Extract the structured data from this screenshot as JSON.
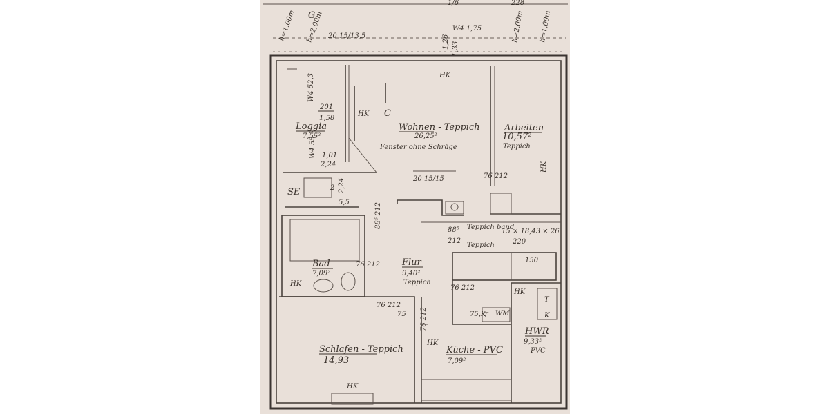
{
  "colors": {
    "paper": "#e9e0d9",
    "background": "#ffffff",
    "ink": "#3a322c"
  },
  "top_annotations": {
    "h_left_1": "h=1,00m",
    "h_left_2": "h=2,00m",
    "marker_g": "G",
    "dim_top_left": "20 15/13,5",
    "dim_top_mid_a": "1,26",
    "dim_top_mid_b": "1,33",
    "dim_top_mid_c": "W4 1,75",
    "h_right_1": "h=2,00m",
    "h_right_2": "h=1,00m",
    "top_cut_a": "1/6",
    "top_cut_b": "228"
  },
  "rooms": {
    "loggia": {
      "name": "Loggia",
      "area": "7,55²"
    },
    "wohnen": {
      "name": "Wohnen - Teppich",
      "area": "26,25²",
      "note": "Fenster ohne Schräge"
    },
    "arbeiten": {
      "name": "Arbeiten",
      "area": "10,57²",
      "floor": "Teppich"
    },
    "bad": {
      "name": "Bad",
      "area": "7,09²"
    },
    "flur": {
      "name": "Flur",
      "area": "9,40²",
      "floor": "Teppich"
    },
    "schlafen": {
      "name": "Schlafen - Teppich",
      "area": "14,93"
    },
    "kueche": {
      "name": "Küche - PVC",
      "area": "7,09²"
    },
    "hwr": {
      "name": "HWR",
      "area": "9,33²",
      "floor": "PVC"
    },
    "se": {
      "name": "SE"
    }
  },
  "labels": {
    "w4_a": "W4 52,3",
    "loggia_dim_a": "201",
    "loggia_dim_b": "1,58",
    "loggia_w": "W4 55,7",
    "loggia_dim_c": "1,01",
    "loggia_dim_d": "2,24",
    "hk_loggia": "HK",
    "c_marker": "C",
    "hk_top": "HK",
    "dim_mid": "20 15/15",
    "d76_212_a": "76 212",
    "hk_arbeiten": "HK",
    "se_dim_a": "2,24",
    "se_dim_b": "5,5",
    "d885_212": "88⁵ 212",
    "stair_a": "88⁵",
    "stair_b": "212",
    "stair_band": "Teppich band",
    "stair_formula": "15 × 18,43 × 26",
    "stair_c": "220",
    "stair_floor": "Teppich",
    "d150": "150",
    "d76_212_bad": "76 212",
    "hk_bad": "HK",
    "d76_212_flur": "76 212",
    "hk_hwr": "HK",
    "t1": "T",
    "k1": "K",
    "d76_212_s": "76 212",
    "d75": "75",
    "d76_212_k": "76 212",
    "hk_kueche": "HK",
    "d75k": "75,K",
    "t2": "T",
    "wm": "WM",
    "hk_bottom": "HK",
    "t_schl": "2"
  }
}
